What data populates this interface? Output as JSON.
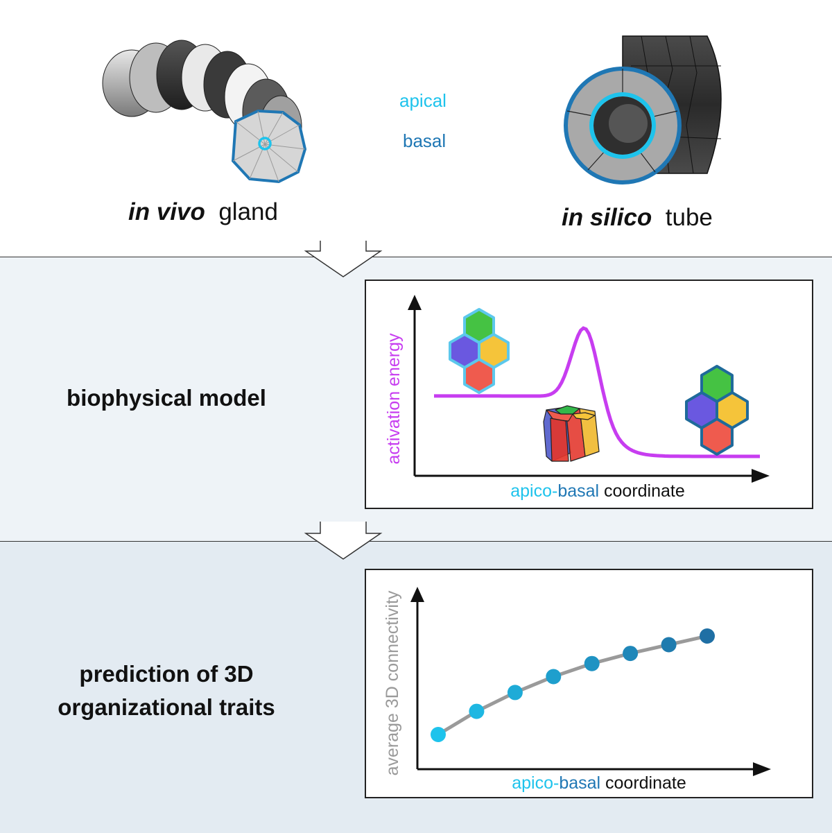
{
  "colors": {
    "apical": "#1ec3ec",
    "basal": "#1f77b4",
    "energy_curve": "#c73df0",
    "connectivity_curve": "#9a9a9a",
    "axis": "#111111"
  },
  "top": {
    "legend_apical": "apical",
    "legend_basal": "basal",
    "vivo_italic": "in vivo",
    "vivo_rest": "gland",
    "silico_italic": "in silico",
    "silico_rest": "tube"
  },
  "stages": {
    "model_label": "biophysical model",
    "predict_line1": "prediction of 3D",
    "predict_line2": "organizational traits"
  },
  "chart_data": [
    {
      "type": "line",
      "ylabel": "activation energy",
      "xlabel_part1": "apico-",
      "xlabel_part2": "basal",
      "xlabel_part3": " coordinate",
      "x": [
        0,
        0.25,
        0.5,
        0.75,
        1
      ],
      "values": [
        0.55,
        0.55,
        1.0,
        0.15,
        0.15
      ],
      "grid": false
    },
    {
      "type": "scatter",
      "ylabel": "average 3D connectivity",
      "xlabel_part1": "apico-",
      "xlabel_part2": "basal",
      "xlabel_part3": " coordinate",
      "x": [
        1,
        2,
        3,
        4,
        5,
        6,
        7,
        8
      ],
      "values": [
        1.0,
        1.8,
        2.45,
        3.0,
        3.45,
        3.8,
        4.1,
        4.4
      ],
      "grid": false
    }
  ]
}
